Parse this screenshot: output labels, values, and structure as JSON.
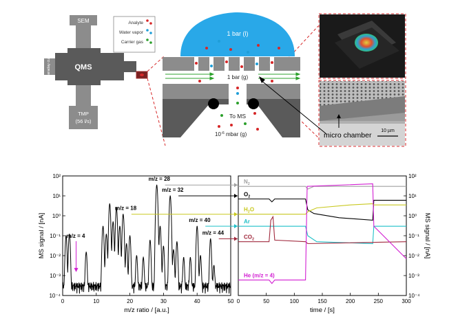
{
  "schematic": {
    "qms": "QMS",
    "sem": "SEM",
    "faraday": "Faraday cup",
    "tmp_line1": "TMP",
    "tmp_line2": "(56 l/s)",
    "legend": {
      "analyte": "Analyte",
      "water": "Water vapor",
      "carrier": "Carrier gas"
    },
    "liquid": "1 bar (l)",
    "gas": "1 bar (g)",
    "to_ms": "To MS",
    "vacuum_base": "10",
    "vacuum_exp": "-6",
    "vacuum_unit": " mbar (g)",
    "micro_chamber": "micro chamber",
    "scale_bar": "10 µm"
  },
  "colors": {
    "analyte": "#d62728",
    "water": "#1f9ed8",
    "carrier": "#2ca02c",
    "liquid": "#29a8e8",
    "n2": "#a0a0a0",
    "o2": "#000000",
    "h2o": "#c8c81e",
    "ar": "#1fc0c8",
    "co2": "#a0283c",
    "he": "#d21ed2"
  },
  "chart_data": [
    {
      "type": "line",
      "xlabel": "m/z ratio / [a.u.]",
      "ylabel": "MS signal / [nA]",
      "xlim": [
        0,
        50
      ],
      "ylim": [
        0.0001,
        100
      ],
      "yscale": "log",
      "xticks": [
        0,
        10,
        20,
        30,
        40,
        50
      ],
      "yticks": [
        "10⁻⁴",
        "10⁻³",
        "10⁻²",
        "10⁻¹",
        "10⁰",
        "10¹",
        "10²"
      ],
      "baseline": 0.0003,
      "peaks": [
        {
          "x": 1,
          "y": 0.1
        },
        {
          "x": 2,
          "y": 0.12
        },
        {
          "x": 7,
          "y": 0.015
        },
        {
          "x": 12,
          "y": 0.3
        },
        {
          "x": 13,
          "y": 0.12
        },
        {
          "x": 14,
          "y": 4
        },
        {
          "x": 15,
          "y": 0.5
        },
        {
          "x": 16,
          "y": 2.5
        },
        {
          "x": 17,
          "y": 0.3
        },
        {
          "x": 18,
          "y": 1.2
        },
        {
          "x": 19,
          "y": 0.04
        },
        {
          "x": 20,
          "y": 0.1
        },
        {
          "x": 22,
          "y": 0.01
        },
        {
          "x": 24,
          "y": 0.008
        },
        {
          "x": 26,
          "y": 0.06
        },
        {
          "x": 28,
          "y": 35
        },
        {
          "x": 29,
          "y": 0.3
        },
        {
          "x": 30,
          "y": 0.03
        },
        {
          "x": 32,
          "y": 10
        },
        {
          "x": 33,
          "y": 0.02
        },
        {
          "x": 34,
          "y": 0.05
        },
        {
          "x": 36,
          "y": 0.008
        },
        {
          "x": 38,
          "y": 0.008
        },
        {
          "x": 40,
          "y": 0.3
        },
        {
          "x": 41,
          "y": 0.01
        },
        {
          "x": 44,
          "y": 0.07
        },
        {
          "x": 45,
          "y": 0.003
        }
      ],
      "annotations": [
        {
          "text": "m/z = 4",
          "x": 4,
          "y": 0.0015
        },
        {
          "text": "m/z = 18",
          "x": 18,
          "y": 1.2
        },
        {
          "text": "m/z = 28",
          "x": 28,
          "y": 35
        },
        {
          "text": "m/z = 32",
          "x": 32,
          "y": 10
        },
        {
          "text": "m/z = 40",
          "x": 40,
          "y": 0.3
        },
        {
          "text": "m/z = 44",
          "x": 44,
          "y": 0.07
        }
      ]
    },
    {
      "type": "line",
      "xlabel": "time / [s]",
      "ylabel": "MS signal / [nA]",
      "xlim": [
        0,
        300
      ],
      "ylim": [
        0.0001,
        100
      ],
      "yscale": "log",
      "xticks": [
        0,
        50,
        100,
        150,
        200,
        250,
        300
      ],
      "yticks": [
        "10⁻⁴",
        "10⁻³",
        "10⁻²",
        "10⁻¹",
        "10⁰",
        "10¹",
        "10²"
      ],
      "series": [
        {
          "name": "N₂",
          "color": "#a0a0a0",
          "points": [
            [
              0,
              30
            ],
            [
              120,
              30
            ],
            [
              124,
              22
            ],
            [
              135,
              30
            ],
            [
              300,
              30
            ]
          ]
        },
        {
          "name": "O₂",
          "color": "#000000",
          "points": [
            [
              0,
              7
            ],
            [
              55,
              7
            ],
            [
              60,
              5
            ],
            [
              65,
              7
            ],
            [
              120,
              7
            ],
            [
              124,
              2
            ],
            [
              135,
              1.3
            ],
            [
              180,
              0.8
            ],
            [
              240,
              0.6
            ],
            [
              242,
              6
            ],
            [
              300,
              6
            ]
          ]
        },
        {
          "name": "H₂O",
          "color": "#c8c81e",
          "points": [
            [
              0,
              1.2
            ],
            [
              120,
              1.2
            ],
            [
              124,
              1.6
            ],
            [
              140,
              2.5
            ],
            [
              200,
              3.5
            ],
            [
              240,
              4
            ],
            [
              242,
              3.5
            ],
            [
              300,
              3.5
            ]
          ]
        },
        {
          "name": "Ar",
          "color": "#1fc0c8",
          "points": [
            [
              0,
              0.3
            ],
            [
              120,
              0.3
            ],
            [
              124,
              0.1
            ],
            [
              140,
              0.05
            ],
            [
              240,
              0.04
            ],
            [
              242,
              0.3
            ],
            [
              300,
              0.3
            ]
          ]
        },
        {
          "name": "CO₂",
          "color": "#a0283c",
          "points": [
            [
              0,
              0.05
            ],
            [
              55,
              0.05
            ],
            [
              58,
              0.6
            ],
            [
              62,
              0.9
            ],
            [
              65,
              0.06
            ],
            [
              120,
              0.05
            ],
            [
              124,
              0.04
            ],
            [
              300,
              0.05
            ]
          ]
        },
        {
          "name": "He (m/z = 4)",
          "color": "#d21ed2",
          "points": [
            [
              0,
              0.0006
            ],
            [
              55,
              0.0006
            ],
            [
              60,
              0.0004
            ],
            [
              65,
              0.0006
            ],
            [
              120,
              0.0006
            ],
            [
              123,
              30
            ],
            [
              240,
              40
            ],
            [
              242,
              0.3
            ],
            [
              300,
              0.007
            ]
          ]
        }
      ],
      "labels": [
        {
          "text": "N",
          "sub": "2",
          "color": "#a0a0a0"
        },
        {
          "text": "O",
          "sub": "2",
          "color": "#000000"
        },
        {
          "text": "H",
          "sub": "2",
          "tail": "O",
          "color": "#c8c81e"
        },
        {
          "text": "Ar",
          "sub": "",
          "color": "#1fc0c8"
        },
        {
          "text": "CO",
          "sub": "2",
          "color": "#a0283c"
        },
        {
          "text": "He (m/z = 4)",
          "sub": "",
          "color": "#d21ed2"
        }
      ]
    }
  ]
}
